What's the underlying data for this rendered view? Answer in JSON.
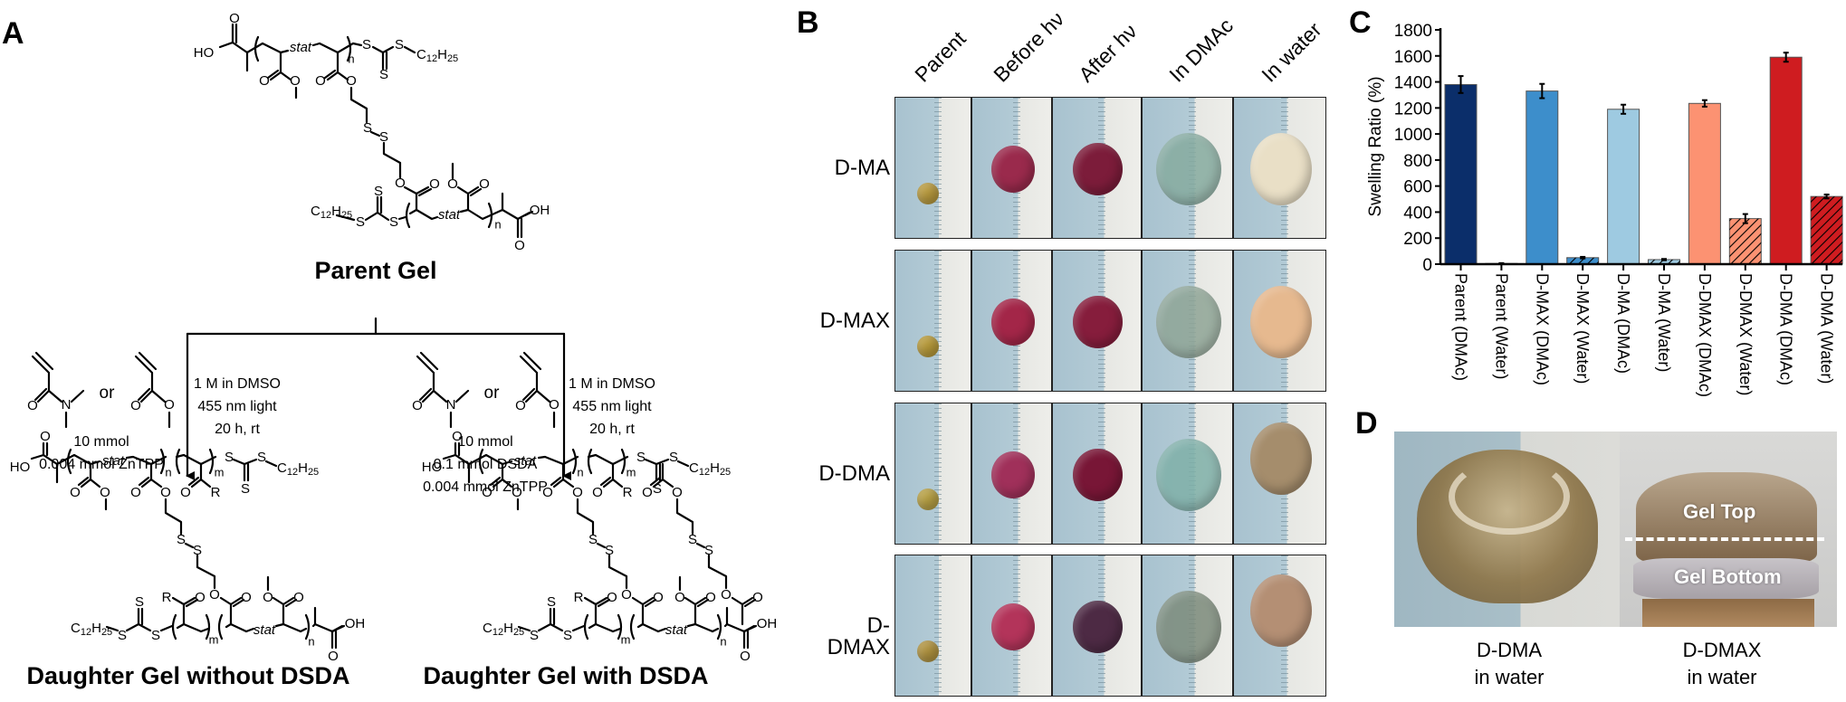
{
  "panel_labels": {
    "a": "A",
    "b": "B",
    "c": "C",
    "d": "D"
  },
  "panel_a": {
    "parent_title": "Parent Gel",
    "left_product_title": "Daughter Gel without DSDA",
    "right_product_title": "Daughter Gel with DSDA",
    "or_label": "or",
    "conditions": [
      "1 M in DMSO",
      "455 nm light",
      "20 h, rt"
    ],
    "left_reagents": [
      "10 mmol",
      "0.004 mmol ZnTPP"
    ],
    "right_reagents": [
      "10 mmol",
      "0.1 mmol DSDA",
      "0.004 mmol ZnTPP"
    ],
    "atoms": {
      "HO": "HO",
      "OH": "OH",
      "O": "O",
      "S": "S",
      "N": "N",
      "R": "R",
      "stat": "stat",
      "n": "n",
      "m": "m",
      "C": "C",
      "H": "H",
      "c_sub": "12",
      "h_sub": "25"
    }
  },
  "panel_b": {
    "columns": [
      "Parent",
      "Before hν",
      "After hν",
      "In DMAc",
      "In water"
    ],
    "rows": [
      {
        "label": "D-MA",
        "colors": [
          "#b89a3e",
          "#9a2a4c",
          "#7c1c3a",
          "#86ab9f",
          "#e9dfc6"
        ]
      },
      {
        "label": "D-MAX",
        "colors": [
          "#b79a3a",
          "#a32648",
          "#861d3c",
          "#8fa596",
          "#e6b98f"
        ]
      },
      {
        "label": "D-DMA",
        "colors": [
          "#b7a044",
          "#a0305a",
          "#781636",
          "#7fb0a8",
          "#a58d6c"
        ]
      },
      {
        "label": "D-DMAX",
        "colors": [
          "#b09340",
          "#b3345a",
          "#4d2a44",
          "#7c8b7b",
          "#b48f74"
        ]
      }
    ]
  },
  "panel_d": {
    "gel_top": "Gel Top",
    "gel_bottom": "Gel Bottom",
    "left_caption": [
      "D-DMA",
      "in water"
    ],
    "right_caption": [
      "D-DMAX",
      "in water"
    ]
  },
  "chart_data": {
    "type": "bar",
    "title": "",
    "xlabel": "",
    "ylabel": "Swelling Ratio (%)",
    "ylim": [
      0,
      1800
    ],
    "yticks": [
      0,
      200,
      400,
      600,
      800,
      1000,
      1200,
      1400,
      1600,
      1800
    ],
    "grid": false,
    "categories": [
      "Parent (DMAc)",
      "Parent (Water)",
      "D-MAX (DMAc)",
      "D-MAX (Water)",
      "D-MA (DMAc)",
      "D-MA (Water)",
      "D-DMAX (DMAc)",
      "D-DMAX (Water)",
      "D-DMA (DMAc)",
      "D-DMA (Water)"
    ],
    "values": [
      1380,
      5,
      1330,
      50,
      1190,
      35,
      1235,
      350,
      1590,
      520
    ],
    "errors": [
      65,
      3,
      55,
      6,
      35,
      5,
      25,
      35,
      35,
      15
    ],
    "colors": [
      "#0b2e6a",
      "#0b2e6a",
      "#3d8ecb",
      "#3d8ecb",
      "#9ecae1",
      "#9ecae1",
      "#fc9272",
      "#fc9272",
      "#cf1c20",
      "#cf1c20"
    ],
    "hatched": [
      false,
      true,
      false,
      true,
      false,
      true,
      false,
      true,
      false,
      true
    ]
  }
}
